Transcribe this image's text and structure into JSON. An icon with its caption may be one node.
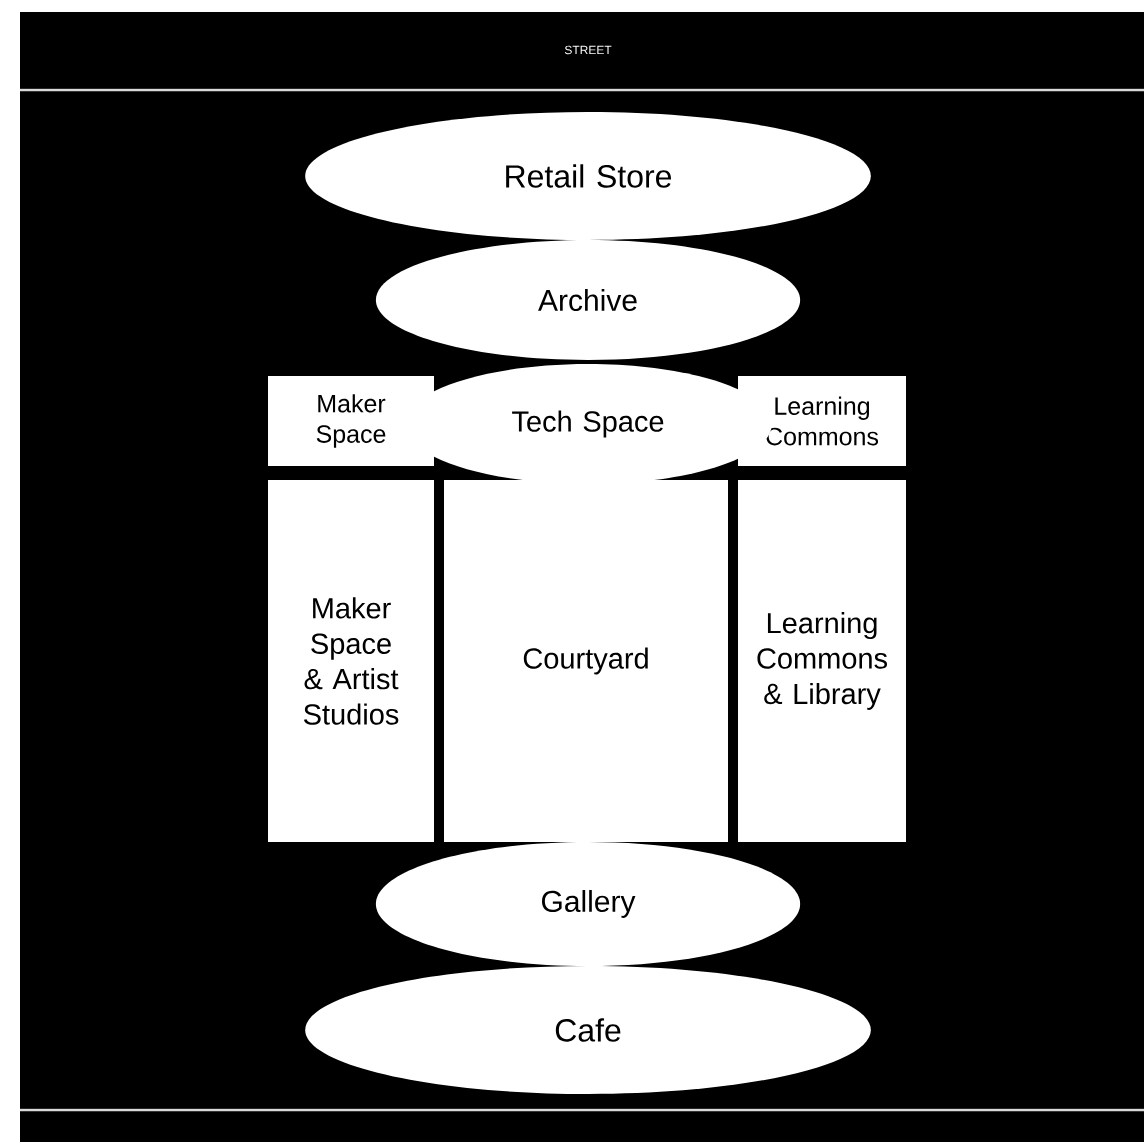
{
  "diagram": {
    "nodes": [
      {
        "text": [
          "Retail Store"
        ]
      },
      {
        "text": [
          "Archive"
        ]
      },
      {
        "text": [
          "Maker Space"
        ]
      },
      {
        "text": [
          "Tech Space"
        ]
      },
      {
        "text": [
          "Learning Commons"
        ]
      },
      {
        "text": [
          "Maker Space & Artist Studios"
        ]
      },
      {
        "text": [
          "Courtyard"
        ]
      },
      {
        "text": [
          "Learning Commons & Library"
        ]
      },
      {
        "text": [
          "Gallery"
        ]
      },
      {
        "text": [
          "Cafe"
        ]
      }
    ],
    "labels": [
      "STREET"
    ]
  }
}
